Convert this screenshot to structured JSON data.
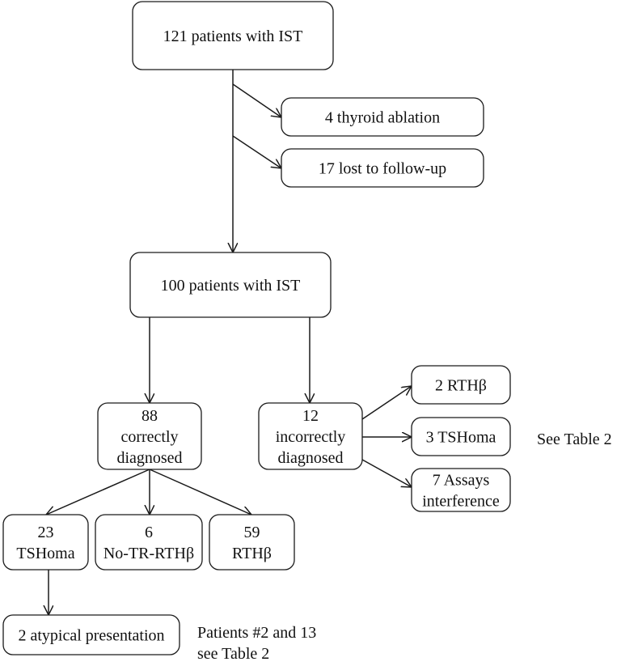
{
  "nodes": {
    "start": {
      "lines": [
        "121 patients with IST"
      ]
    },
    "ablation": {
      "lines": [
        "4 thyroid ablation"
      ]
    },
    "lost": {
      "lines": [
        "17 lost to follow-up"
      ]
    },
    "remaining": {
      "lines": [
        "100 patients with IST"
      ]
    },
    "correct": {
      "lines": [
        "88",
        "correctly",
        "diagnosed"
      ]
    },
    "incorrect": {
      "lines": [
        "12",
        "incorrectly",
        "diagnosed"
      ]
    },
    "tshoma": {
      "lines": [
        "23",
        "TSHoma"
      ]
    },
    "no_tr": {
      "lines": [
        "6",
        "No-TR-RTHβ"
      ]
    },
    "rth": {
      "lines": [
        "59",
        "RTHβ"
      ]
    },
    "inc_rth": {
      "lines": [
        "2 RTHβ"
      ]
    },
    "inc_tshoma": {
      "lines": [
        "3 TSHoma"
      ]
    },
    "inc_assay": {
      "lines": [
        "7 Assays",
        "interference"
      ]
    },
    "atypical": {
      "lines": [
        "2 atypical presentation"
      ]
    }
  },
  "notes": {
    "see_table": {
      "lines": [
        "See Table 2"
      ]
    },
    "patients": {
      "lines": [
        "Patients #2 and 13",
        "see Table 2"
      ]
    }
  },
  "edges": [
    {
      "from": "start",
      "to": "ablation"
    },
    {
      "from": "start",
      "to": "lost"
    },
    {
      "from": "start",
      "to": "remaining"
    },
    {
      "from": "remaining",
      "to": "correct"
    },
    {
      "from": "remaining",
      "to": "incorrect"
    },
    {
      "from": "correct",
      "to": "tshoma"
    },
    {
      "from": "correct",
      "to": "no_tr"
    },
    {
      "from": "correct",
      "to": "rth"
    },
    {
      "from": "incorrect",
      "to": "inc_rth"
    },
    {
      "from": "incorrect",
      "to": "inc_tshoma"
    },
    {
      "from": "incorrect",
      "to": "inc_assay"
    },
    {
      "from": "tshoma",
      "to": "atypical"
    }
  ]
}
